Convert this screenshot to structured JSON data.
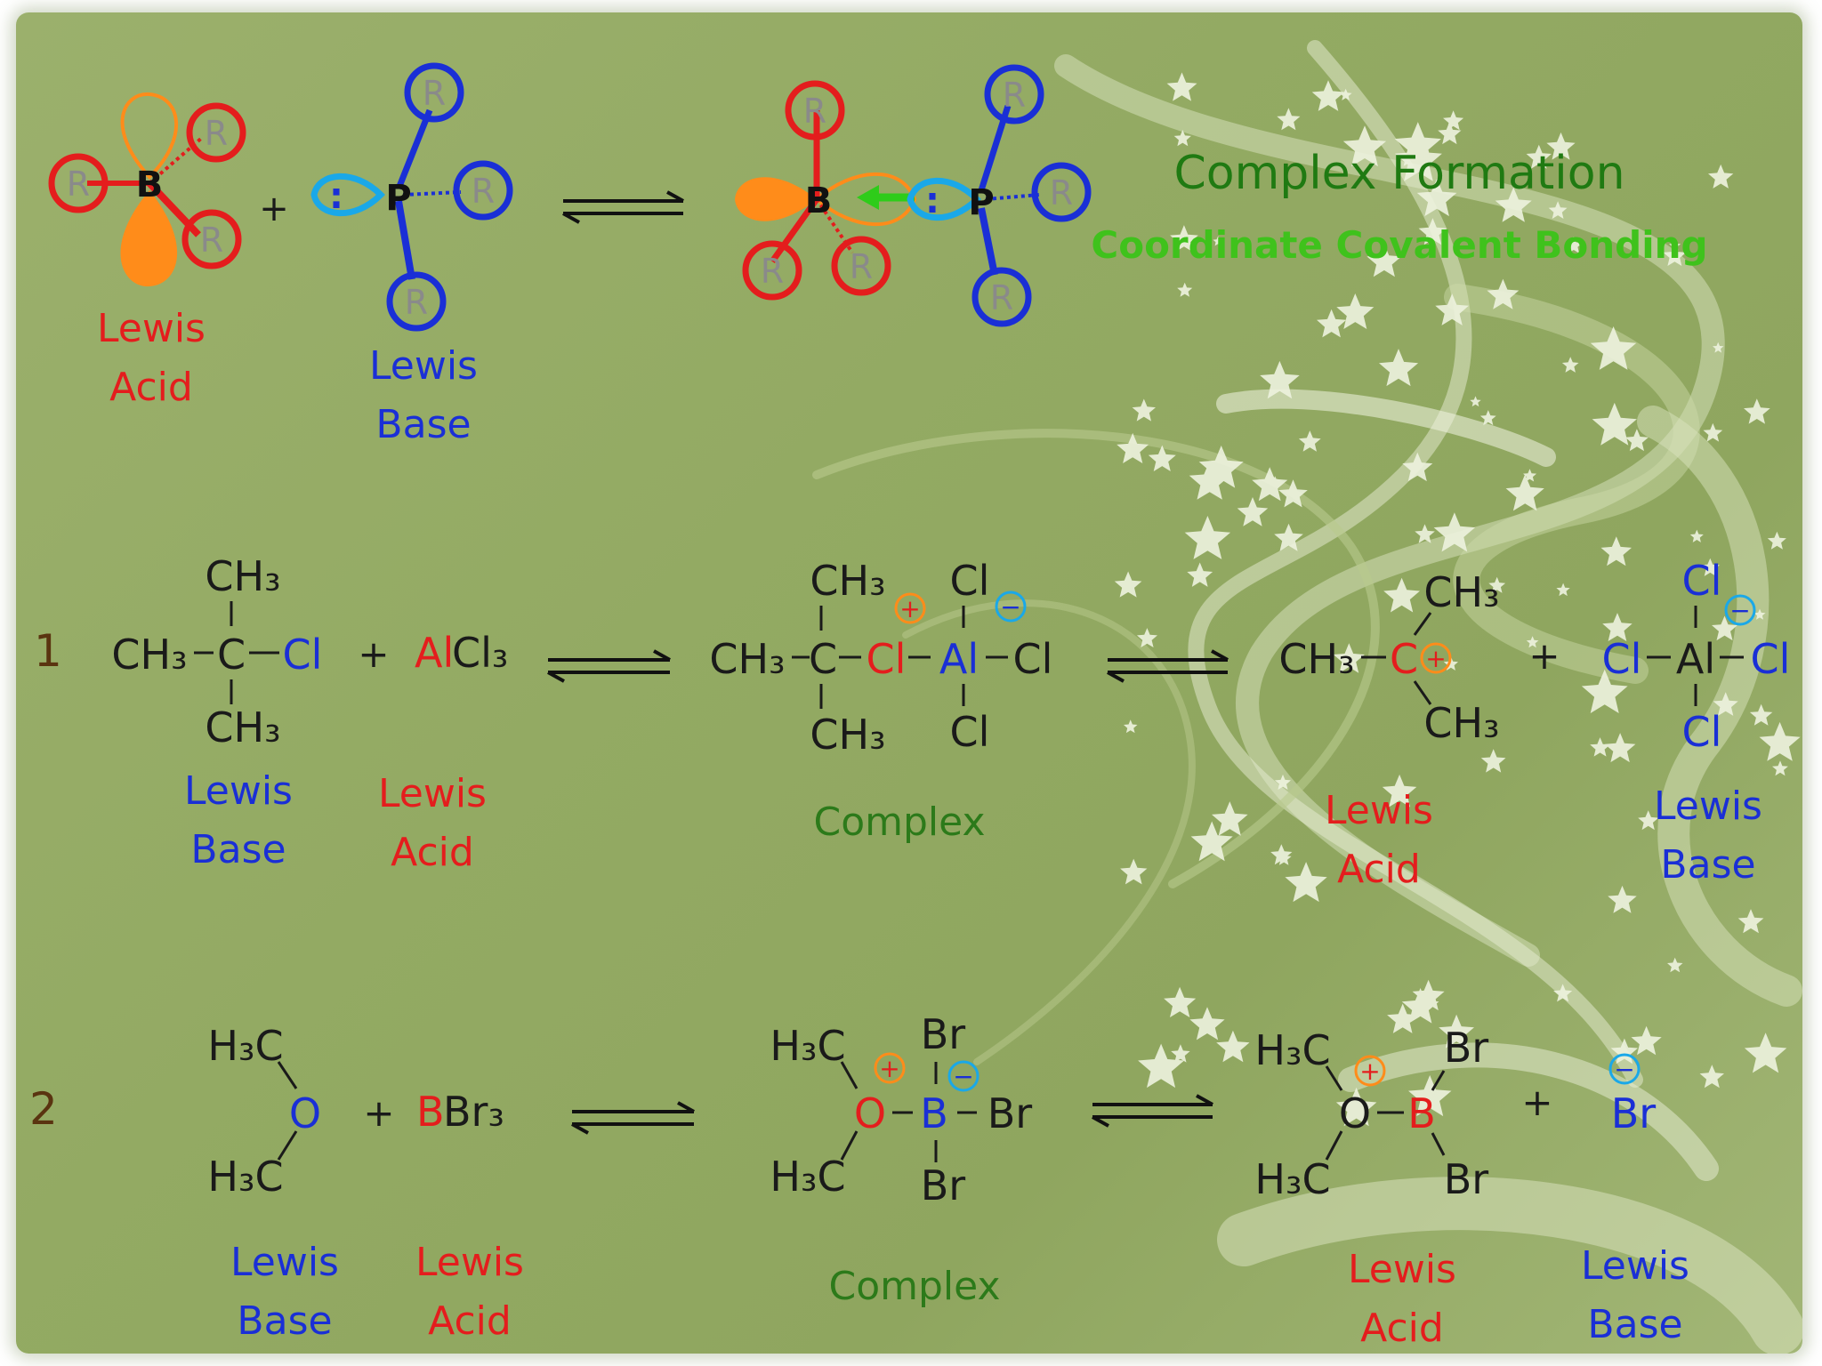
{
  "title": "Complex Formation",
  "subtitle": "Coordinate Covalent Bonding",
  "labels": {
    "lewis": "Lewis",
    "acid": "Acid",
    "base": "Base",
    "complex": "Complex",
    "R": "R",
    "B": "B",
    "P": "P",
    "plus": "+",
    "lone_pair": ":"
  },
  "reaction1": {
    "number": "1",
    "reactant_base": {
      "top": "CH3",
      "left": "CH3",
      "center": "C",
      "right": "Cl",
      "bottom": "CH3"
    },
    "reactant_acid": {
      "metal": "Al",
      "rest": "Cl3"
    },
    "complex": {
      "left": "CH3",
      "c": "C",
      "top": "CH3",
      "bottom": "CH3",
      "cl": "Cl",
      "al": "Al",
      "cl_top": "Cl",
      "cl_right": "Cl",
      "cl_bottom": "Cl"
    },
    "product_acid": {
      "left": "CH3",
      "c": "C",
      "top": "CH3",
      "bottom": "CH3"
    },
    "product_base": {
      "al": "Al",
      "top": "Cl",
      "left": "Cl",
      "right": "Cl",
      "bottom": "Cl"
    }
  },
  "reaction2": {
    "number": "2",
    "reactant_base": {
      "top": "H3C",
      "o": "O",
      "bottom": "H3C"
    },
    "reactant_acid": {
      "b": "B",
      "rest": "Br3"
    },
    "complex": {
      "top": "H3C",
      "o": "O",
      "bottom": "H3C",
      "b": "B",
      "br_top": "Br",
      "br_right": "Br",
      "br_bottom": "Br"
    },
    "product_acid": {
      "top": "H3C",
      "o": "O",
      "bottom": "H3C",
      "b": "B",
      "br_top": "Br",
      "br_bottom": "Br"
    },
    "product_base": {
      "br": "Br"
    }
  },
  "charges": {
    "plus": "+",
    "minus": "−"
  },
  "colors": {
    "acid": "#e41d1d",
    "base": "#1a2fd6",
    "complex": "#2c7a1a",
    "title": "#1f7a12",
    "subtitle": "#3fc21c",
    "orbital": "#ff8c1a",
    "lone_pair_orbital": "#1aa8e8",
    "arrow": "#2ecc1a"
  }
}
